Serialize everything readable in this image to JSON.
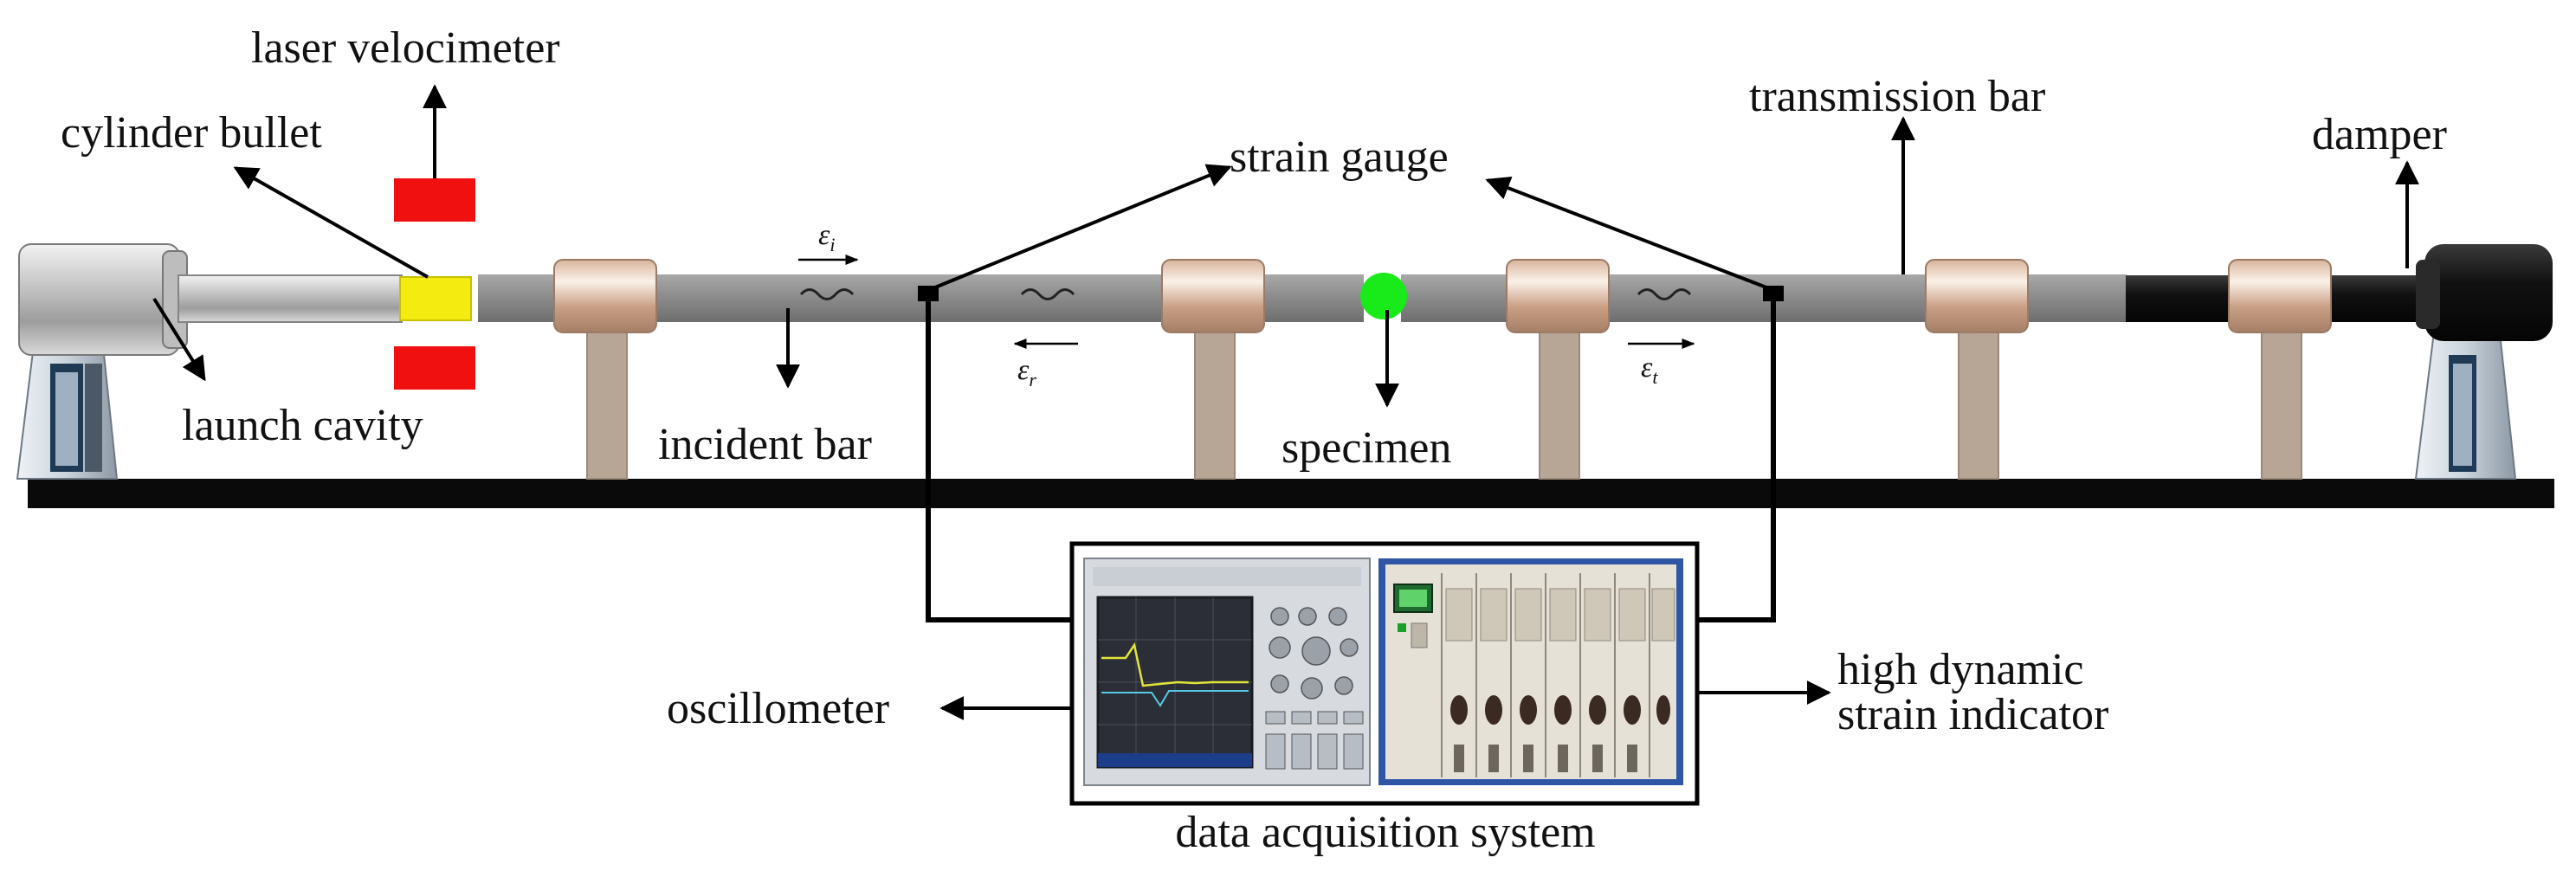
{
  "labels": {
    "laser_velocimeter": "laser velocimeter",
    "cylinder_bullet": "cylinder bullet",
    "launch_cavity": "launch cavity",
    "incident_bar": "incident bar",
    "strain_gauge": "strain gauge",
    "transmission_bar": "transmission bar",
    "damper": "damper",
    "specimen": "specimen",
    "oscillometer": "oscillometer",
    "strain_indicator_line1": "high dynamic",
    "strain_indicator_line2": "strain indicator",
    "data_acquisition_system": "data acquisition system"
  },
  "waves": {
    "incident": "ε",
    "incident_sub": "i",
    "reflected": "ε",
    "reflected_sub": "r",
    "transmitted": "ε",
    "transmitted_sub": "t"
  },
  "colors": {
    "bar": "#8f8f8f",
    "bullet": "#f4ec10",
    "laser": "#f01010",
    "specimen": "#19ea19",
    "support": "#b7a596",
    "base": "#0a0a0a",
    "damper": "#151515",
    "oscilloscope_screen": "#2b2e36",
    "indicator_panel": "#e6e1d6"
  }
}
